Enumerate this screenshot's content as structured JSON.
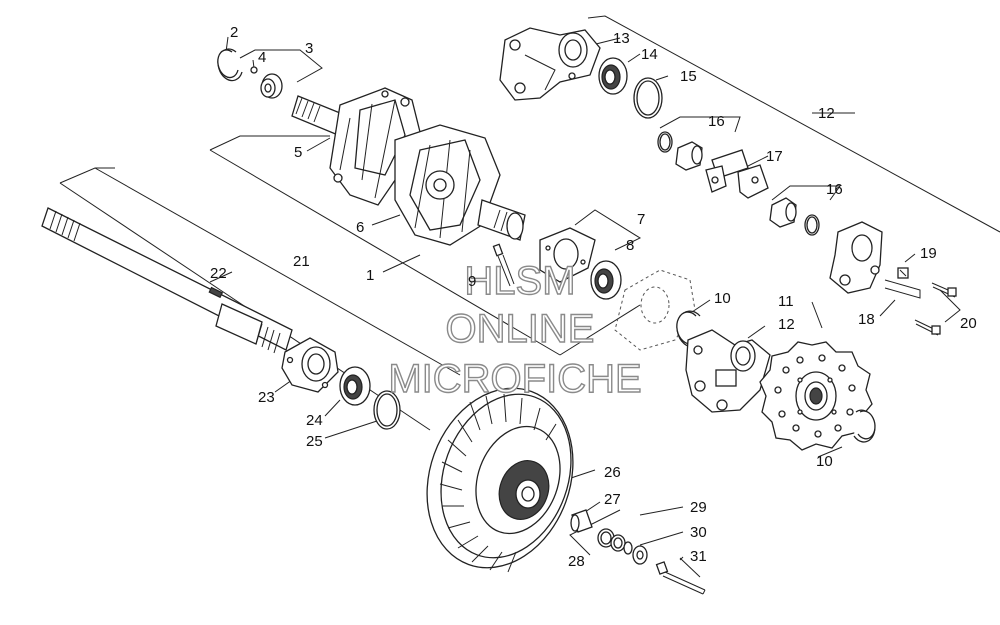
{
  "diagram": {
    "title": "",
    "labels": {
      "l1": "1",
      "l2": "2",
      "l3": "3",
      "l4": "4",
      "l5": "5",
      "l6": "6",
      "l7": "7",
      "l8": "8",
      "l9": "9",
      "l10a": "10",
      "l10b": "10",
      "l11": "11",
      "l12a": "12",
      "l12b": "12",
      "l13": "13",
      "l14": "14",
      "l15": "15",
      "l16a": "16",
      "l16b": "16",
      "l17": "17",
      "l18": "18",
      "l19": "19",
      "l20": "20",
      "l21": "21",
      "l22": "22",
      "l23": "23",
      "l24": "24",
      "l25": "25",
      "l26": "26",
      "l27": "27",
      "l28": "28",
      "l29": "29",
      "l30": "30",
      "l31": "31"
    }
  },
  "watermark": {
    "line1": "HLSM",
    "line2": "ONLINE",
    "line3": "MICROFICHE"
  },
  "colors": {
    "ink": "#222222",
    "watermark_outline": "#8a8a8a",
    "background": "#ffffff"
  }
}
